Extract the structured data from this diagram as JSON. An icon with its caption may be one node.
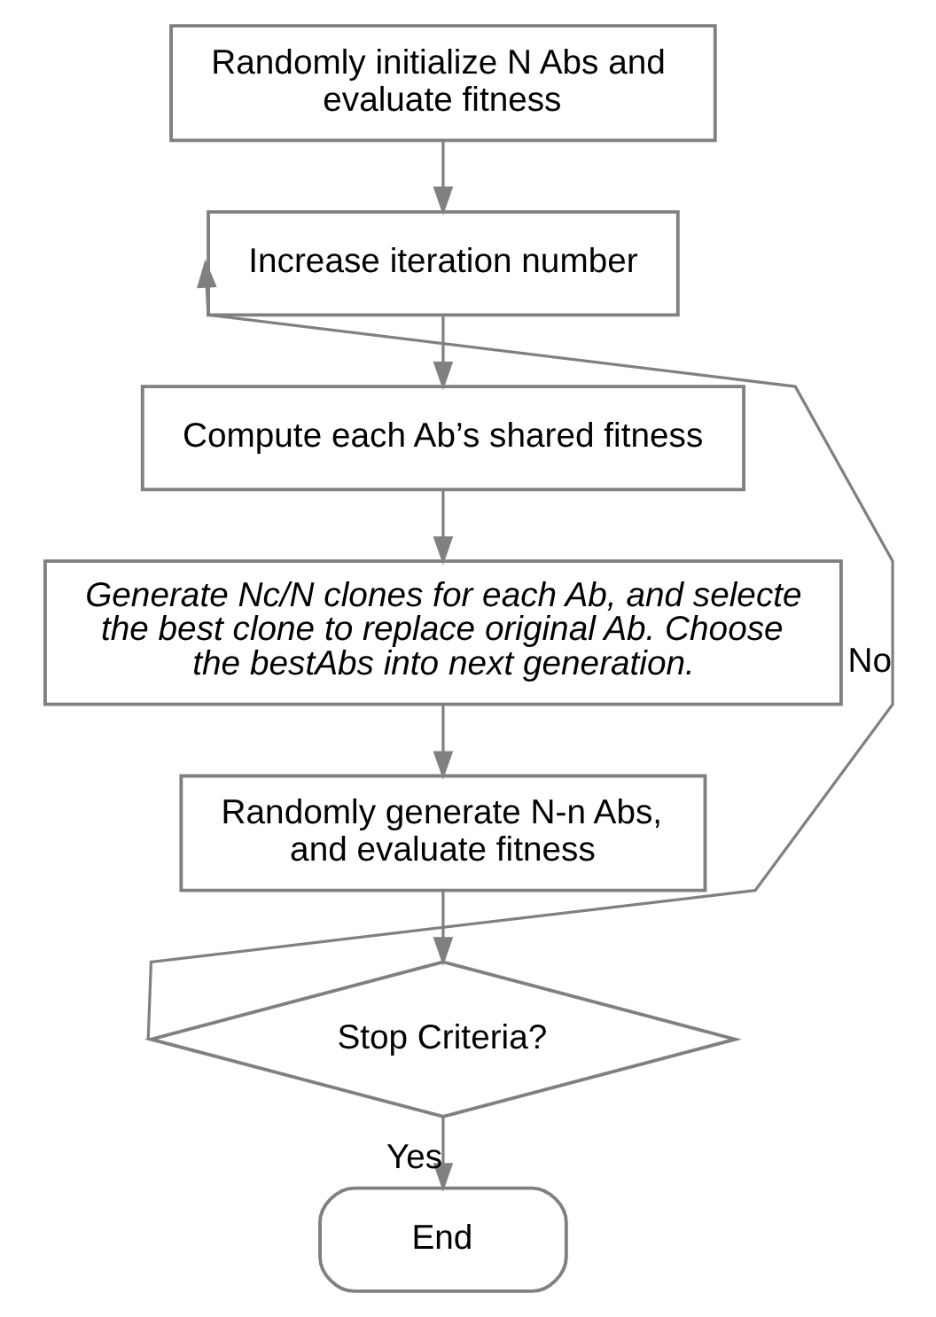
{
  "diagram": {
    "nodes": [
      {
        "text": [
          "Randomly initialize N Abs and evaluate fitness"
        ]
      },
      {
        "text": [
          "Increase iteration number"
        ]
      },
      {
        "text": [
          "Compute each Ab’s shared fitness"
        ]
      },
      {
        "text": [
          "Generate Nc/N clones for each Ab, and selecte the best clone to replace original Ab. Choose the bestAbs into next generation."
        ]
      },
      {
        "text": [
          "Randomly generate N-n Abs, and evaluate fitness"
        ]
      },
      {
        "text": [
          "Stop Criteria?"
        ]
      },
      {
        "text": [
          "End"
        ]
      }
    ],
    "edges": [
      {
        "from": 0,
        "to": 1,
        "arrow": "to"
      },
      {
        "from": 1,
        "to": 2,
        "arrow": "to"
      },
      {
        "from": 2,
        "to": 3,
        "arrow": "to"
      },
      {
        "from": 3,
        "to": 4,
        "arrow": "to"
      },
      {
        "from": 4,
        "to": 5,
        "arrow": "to"
      },
      {
        "from": 5,
        "to": 1,
        "arrow": "to",
        "label": "No"
      },
      {
        "from": 5,
        "to": 6,
        "arrow": "to",
        "label": "Yes"
      }
    ]
  }
}
